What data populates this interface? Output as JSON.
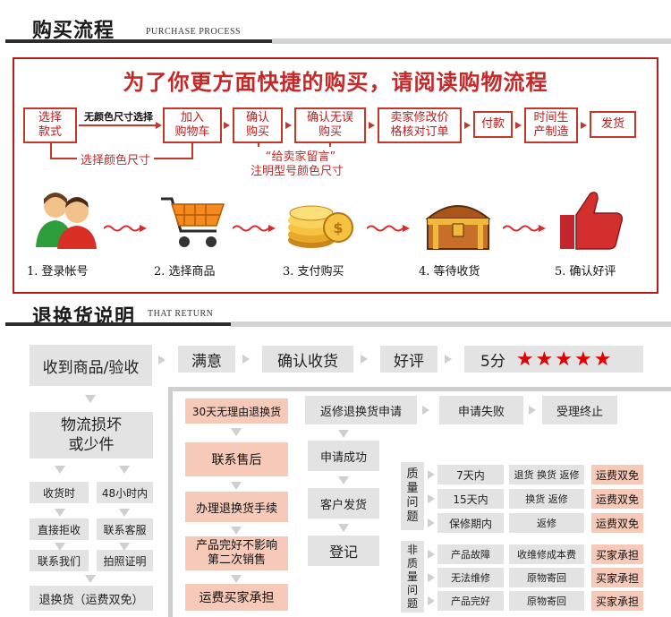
{
  "purchase_section": {
    "title": "购买流程",
    "subtitle": "PURCHASE PROCESS",
    "headline": "为了你更方面快捷的购买，请阅读购物流程",
    "flow": [
      {
        "label": "选择\n款式"
      },
      {
        "label": "加入\n购物车"
      },
      {
        "label": "确认\n购买"
      },
      {
        "label": "确认无误\n购买"
      },
      {
        "label": "卖家修改价\n格核对订单"
      },
      {
        "label": "付款"
      },
      {
        "label": "时间生\n产制造"
      },
      {
        "label": "发货"
      }
    ],
    "between_label": "无颜色尺寸选择",
    "note_left": "选择颜色尺寸",
    "note_mid_1": "“给卖家留言”",
    "note_mid_2": "注明型号颜色尺寸",
    "steps": [
      {
        "label": "1. 登录帐号",
        "icon": "users-icon"
      },
      {
        "label": "2. 选择商品",
        "icon": "shopping-cart-icon"
      },
      {
        "label": "3. 支付购买",
        "icon": "coins-icon"
      },
      {
        "label": "4. 等待收货",
        "icon": "treasure-chest-icon"
      },
      {
        "label": "5. 确认好评",
        "icon": "thumbs-up-icon"
      }
    ]
  },
  "return_section": {
    "title": "退换货说明",
    "subtitle": "THAT RETURN",
    "row1": {
      "received": "收到商品/验收",
      "satisfied": "满意",
      "confirm": "确认收货",
      "good_review": "好评",
      "score": "5分",
      "stars": "★★★★★"
    },
    "left": {
      "damage": "物流损坏\n或少件",
      "received_time": "收货时",
      "within_48h": "48小时内",
      "reject": "直接拒收",
      "contact_service": "联系客服",
      "contact_us": "联系我们",
      "photo_proof": "拍照证明",
      "return_free": "退换货（运费双免）"
    },
    "pink": {
      "no_reason": "30天无理由退换货",
      "contact_after_sale": "联系售后",
      "process_return": "办理退换货手续",
      "condition": "产品完好不影响\n第二次销售",
      "buyer_pays": "运费买家承担"
    },
    "repair": {
      "apply": "返修退换货申请",
      "fail": "申请失败",
      "terminate": "受理终止",
      "success": "申请成功",
      "customer_ship": "客户发货",
      "register": "登记"
    },
    "quality": {
      "label": "质\n量\n问\n题",
      "rows": [
        {
          "period": "7天内",
          "action": "退货 换货 返修",
          "fee": "运费双免"
        },
        {
          "period": "15天内",
          "action": "换货  返修",
          "fee": "运费双免"
        },
        {
          "period": "保修期内",
          "action": "返修",
          "fee": "运费双免"
        }
      ]
    },
    "non_quality": {
      "label": "非\n质\n量\n问\n题",
      "rows": [
        {
          "period": "产品故障",
          "action": "收维修成本费",
          "fee": "买家承担"
        },
        {
          "period": "无法维修",
          "action": "原物寄回",
          "fee": "买家承担"
        },
        {
          "period": "产品完好",
          "action": "原物寄回",
          "fee": "买家承担"
        }
      ]
    }
  },
  "colors": {
    "accent_red": "#c62828",
    "pink_box": "#f6c9b8",
    "gray_box": "#e3e3e3"
  }
}
